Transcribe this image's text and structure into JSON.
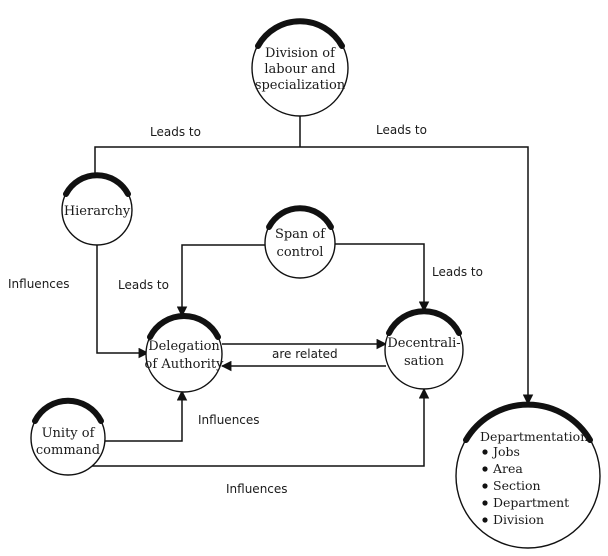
{
  "nodes": {
    "division": {
      "lines": [
        "Division of",
        "labour and",
        "specialization"
      ]
    },
    "hierarchy": {
      "lines": [
        "Hierarchy"
      ]
    },
    "span": {
      "lines": [
        "Span of",
        "control"
      ]
    },
    "delegation": {
      "lines": [
        "Delegation",
        "of Authority"
      ]
    },
    "decentralisation": {
      "lines": [
        "Decentrali-",
        "sation"
      ]
    },
    "unity": {
      "lines": [
        "Unity of",
        "command"
      ]
    },
    "departmentation": {
      "title": "Departmentation",
      "items": [
        "Jobs",
        "Area",
        "Section",
        "Department",
        "Division"
      ]
    }
  },
  "edges": {
    "division_hierarchy": "Leads to",
    "division_departmentation": "Leads to",
    "hierarchy_delegation": "Influences",
    "span_delegation": "Leads to",
    "span_decentralisation": "Leads to",
    "delegation_decentralisation": "are related",
    "unity_delegation": "Influences",
    "unity_decentralisation": "Influences"
  }
}
